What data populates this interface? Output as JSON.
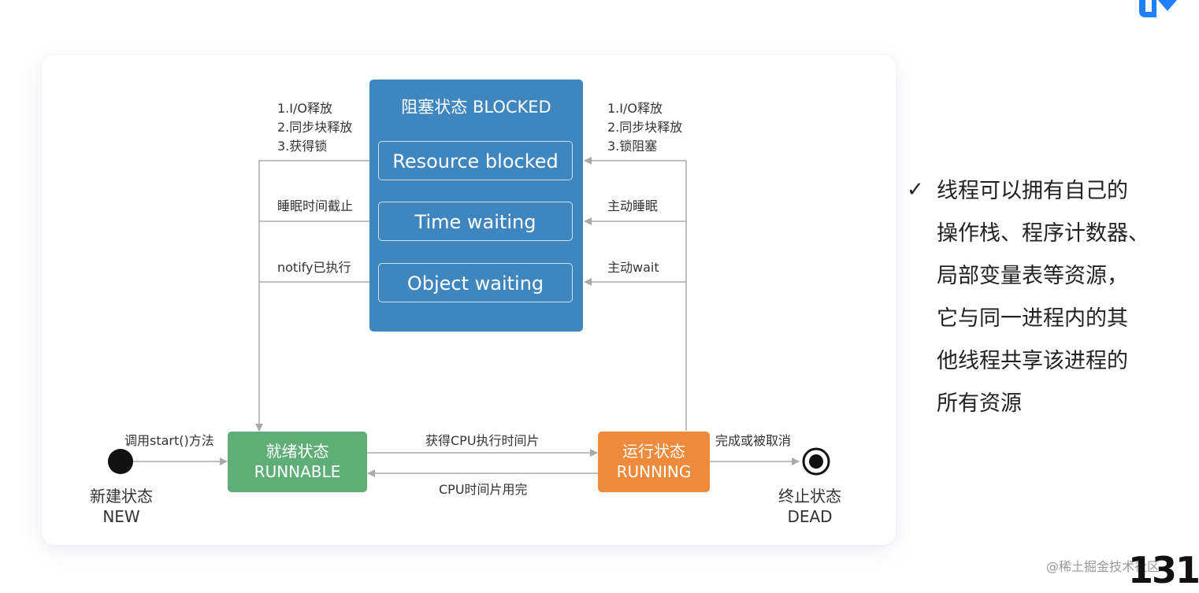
{
  "diagram": {
    "blocked": {
      "title": "阻塞状态 BLOCKED",
      "substates": [
        "Resource blocked",
        "Time waiting",
        "Object waiting"
      ]
    },
    "left_labels": {
      "release_1": "1.I/O释放",
      "release_2": "2.同步块释放",
      "release_3": "3.获得锁",
      "sleep_end": "睡眠时间截止",
      "notify": "notify已执行"
    },
    "right_labels": {
      "block_1": "1.I/O释放",
      "block_2": "2.同步块释放",
      "block_3": "3.锁阻塞",
      "sleep": "主动睡眠",
      "wait": "主动wait"
    },
    "new_state": {
      "cn": "新建状态",
      "en": "NEW"
    },
    "start_label": "调用start()方法",
    "runnable": {
      "cn": "就绪状态",
      "en": "RUNNABLE"
    },
    "running": {
      "cn": "运行状态",
      "en": "RUNNING"
    },
    "get_cpu_label": "获得CPU执行时间片",
    "cpu_used_label": "CPU时间片用完",
    "finish_label": "完成或被取消",
    "dead_state": {
      "cn": "终止状态",
      "en": "DEAD"
    }
  },
  "side_note": {
    "lines": [
      "线程可以拥有自己的",
      "操作栈、程序计数器、",
      "局部变量表等资源，",
      "它与同一进程内的其",
      "他线程共享该进程的",
      "所有资源"
    ]
  },
  "watermark": "@稀土掘金技术社区",
  "page_number": "131",
  "colors": {
    "blocked": "#3f86bf",
    "runnable": "#5fae78",
    "running": "#ee8a3c",
    "lines": "#aaaaaa",
    "logo": "#1e80ff"
  }
}
